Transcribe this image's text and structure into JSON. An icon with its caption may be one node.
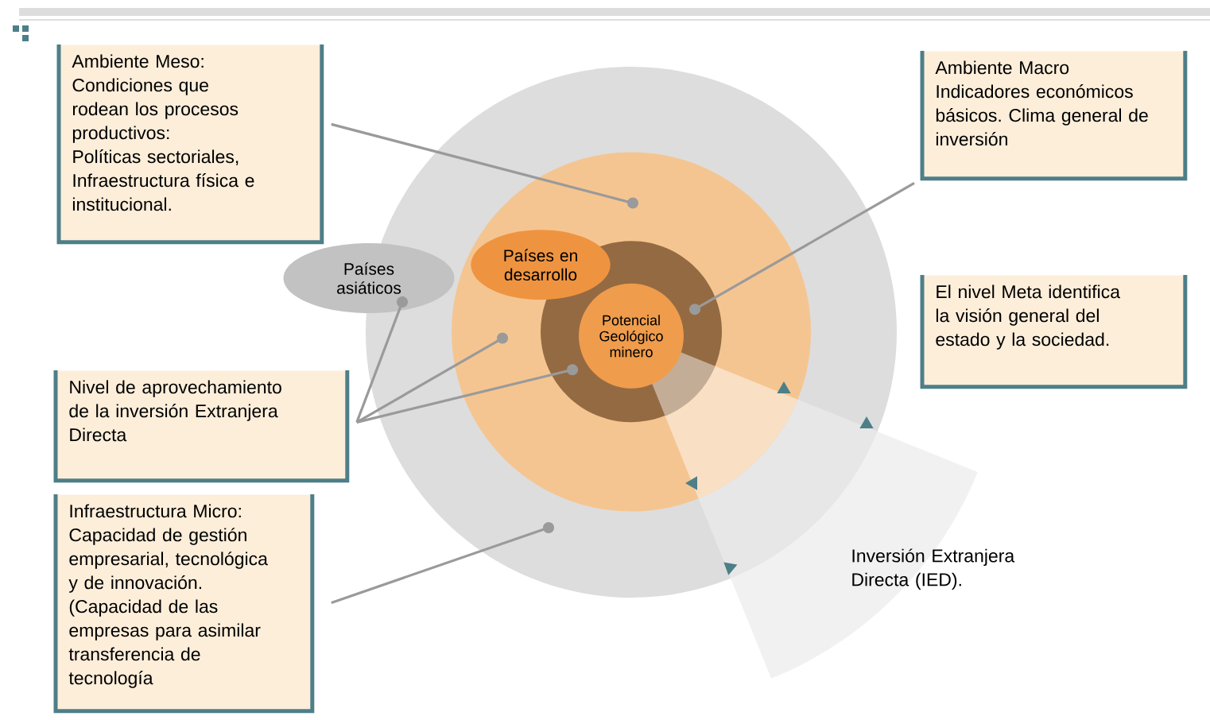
{
  "diagram": {
    "nodes": [
      {
        "text": [
          "Ambiente Meso: Condiciones que rodean los procesos productivos: Políticas sectoriales, Infraestructura física e institucional."
        ]
      },
      {
        "text": [
          "Ambiente Macro Indicadores económicos básicos. Clima general de inversión"
        ]
      },
      {
        "text": [],
        "shape": "circle"
      },
      {
        "text": [],
        "shape": "circle",
        "in": 2
      },
      {
        "text": [],
        "shape": "circle",
        "in": 3
      },
      {
        "text": [
          "Potencial Geológico minero"
        ],
        "in": 4
      },
      {
        "text": [
          "Países asiáticos"
        ]
      },
      {
        "text": [
          "Países en desarrollo"
        ],
        "in": 3
      },
      {
        "text": [
          "El nivel Meta identifica la visión general del estado y la sociedad."
        ]
      },
      {
        "text": [
          "Nivel de aprovechamiento de la inversión Extranjera Directa"
        ]
      },
      {
        "text": [
          "Infraestructura Micro: Capacidad de gestión empresarial, tecnológica y de innovación. (Capacidad de las empresas para asimilar transferencia de tecnología"
        ]
      },
      {
        "text": [
          "Inversión Extranjera Directa (IED)."
        ]
      }
    ],
    "edges": [
      {
        "from": 0,
        "to": 3,
        "arrow": "other"
      },
      {
        "from": 1,
        "to": 4,
        "arrow": "other"
      },
      {
        "from": 9,
        "to": 6,
        "arrow": "other"
      },
      {
        "from": 9,
        "to": 3,
        "arrow": "other"
      },
      {
        "from": 9,
        "to": 4,
        "arrow": "other"
      },
      {
        "from": 10,
        "to": 2,
        "arrow": "other"
      }
    ]
  }
}
